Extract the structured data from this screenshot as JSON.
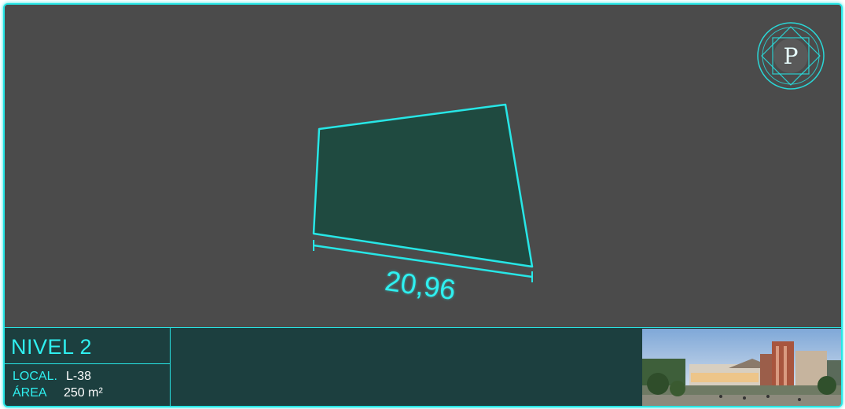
{
  "plan": {
    "dimension_label": "20,96",
    "shape_fill": "#1f4a40",
    "outline_color": "#27e6e6"
  },
  "logo": {
    "letter": "P",
    "icon": "logo-badge-icon"
  },
  "info": {
    "level": "NIVEL 2",
    "local_label": "LOCAL.",
    "local_value": "L-38",
    "area_label": "ÁREA",
    "area_value": "250 m²"
  },
  "photo": {
    "icon": "building-photo"
  },
  "colors": {
    "accent": "#27e6e6",
    "panel_bg": "#1c3f3f",
    "canvas_bg": "#4b4b4b"
  }
}
